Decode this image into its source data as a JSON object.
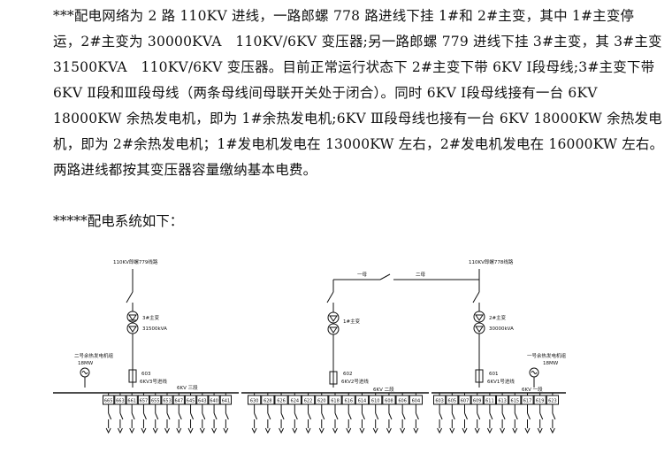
{
  "paragraph": {
    "lines": [
      "***配电网络为 2 路 110KV 进线，一路郎螺 778 路进线下挂 1#和 2#主变，其中 1#主变停",
      "运，2#主变为 30000KVA　110KV/6KV 变压器;另一路郎螺 779 进线下挂 3#主变，其 3#主变",
      "31500KVA　110KV/6KV 变压器。目前正常运行状态下 2#主变下带 6KV Ⅰ段母线;3#主变下带",
      "6KV Ⅱ段和Ⅲ段母线（两条母线间母联开关处于闭合）。同时 6KV Ⅰ段母线接有一台 6KV",
      "18000KW 余热发电机，即为 1#余热发电机;6KV Ⅲ段母线也接有一台 6KV 18000KW 余热发电",
      "机，即为 2#余热发电机；1#发电机发电在 13000KW 左右，2#发电机发电在 16000KW 左右。",
      "两路进线都按其变压器容量缴纳基本电费。"
    ]
  },
  "subheading": "*****配电系统如下：",
  "diagram": {
    "left_incoming": "110KV郎螺779线路",
    "right_incoming": "110KV郎螺778线路",
    "tie_left_label": "一母",
    "tie_right_label": "二母",
    "t3": {
      "name": "3#主变",
      "rating": "31500kVA"
    },
    "t1": {
      "name": "1#主变"
    },
    "t2": {
      "name": "2#主变",
      "rating": "30000kVA"
    },
    "gen2": {
      "name": "二号余热发电机组",
      "rating": "18MW"
    },
    "gen1": {
      "name": "一号余热发电机组",
      "rating": "18MW"
    },
    "feeder603": {
      "num": "603",
      "label": "6KV3号进线"
    },
    "feeder602": {
      "num": "602",
      "label": "6KV2号进线"
    },
    "feeder601": {
      "num": "601",
      "label": "6KV1号进线"
    },
    "bus3_label": "6KV 三段",
    "bus2_label": "6KV 二段",
    "bus1_label": "6KV 一段",
    "section3_ids": [
      "665",
      "663",
      "661",
      "657",
      "655",
      "653",
      "647",
      "645",
      "643",
      "640",
      "641"
    ],
    "section2_ids": [
      "630",
      "628",
      "626",
      "624",
      "622",
      "620",
      "618",
      "616",
      "614",
      "610",
      "608",
      "606",
      "604"
    ],
    "section1_ids": [
      "603",
      "605",
      "607",
      "609",
      "611",
      "613",
      "615",
      "617",
      "619",
      "623"
    ]
  },
  "colors": {
    "line": "#111111",
    "text": "#111111",
    "background": "#ffffff"
  }
}
